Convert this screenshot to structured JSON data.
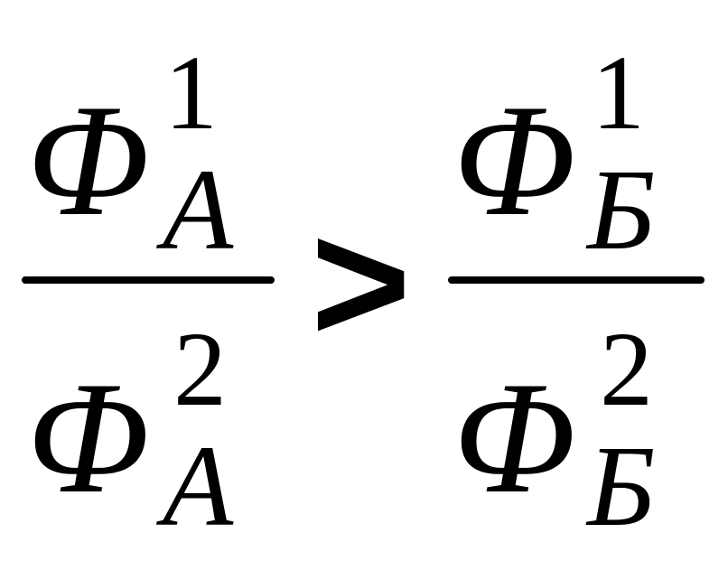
{
  "formula": {
    "left": {
      "numerator": {
        "symbol": "Φ",
        "superscript": "1",
        "subscript": "A"
      },
      "denominator": {
        "symbol": "Φ",
        "superscript": "2",
        "subscript": "A"
      }
    },
    "relation": ">",
    "right": {
      "numerator": {
        "symbol": "Φ",
        "superscript": "1",
        "subscript": "Б"
      },
      "denominator": {
        "symbol": "Φ",
        "superscript": "2",
        "subscript": "Б"
      }
    }
  }
}
